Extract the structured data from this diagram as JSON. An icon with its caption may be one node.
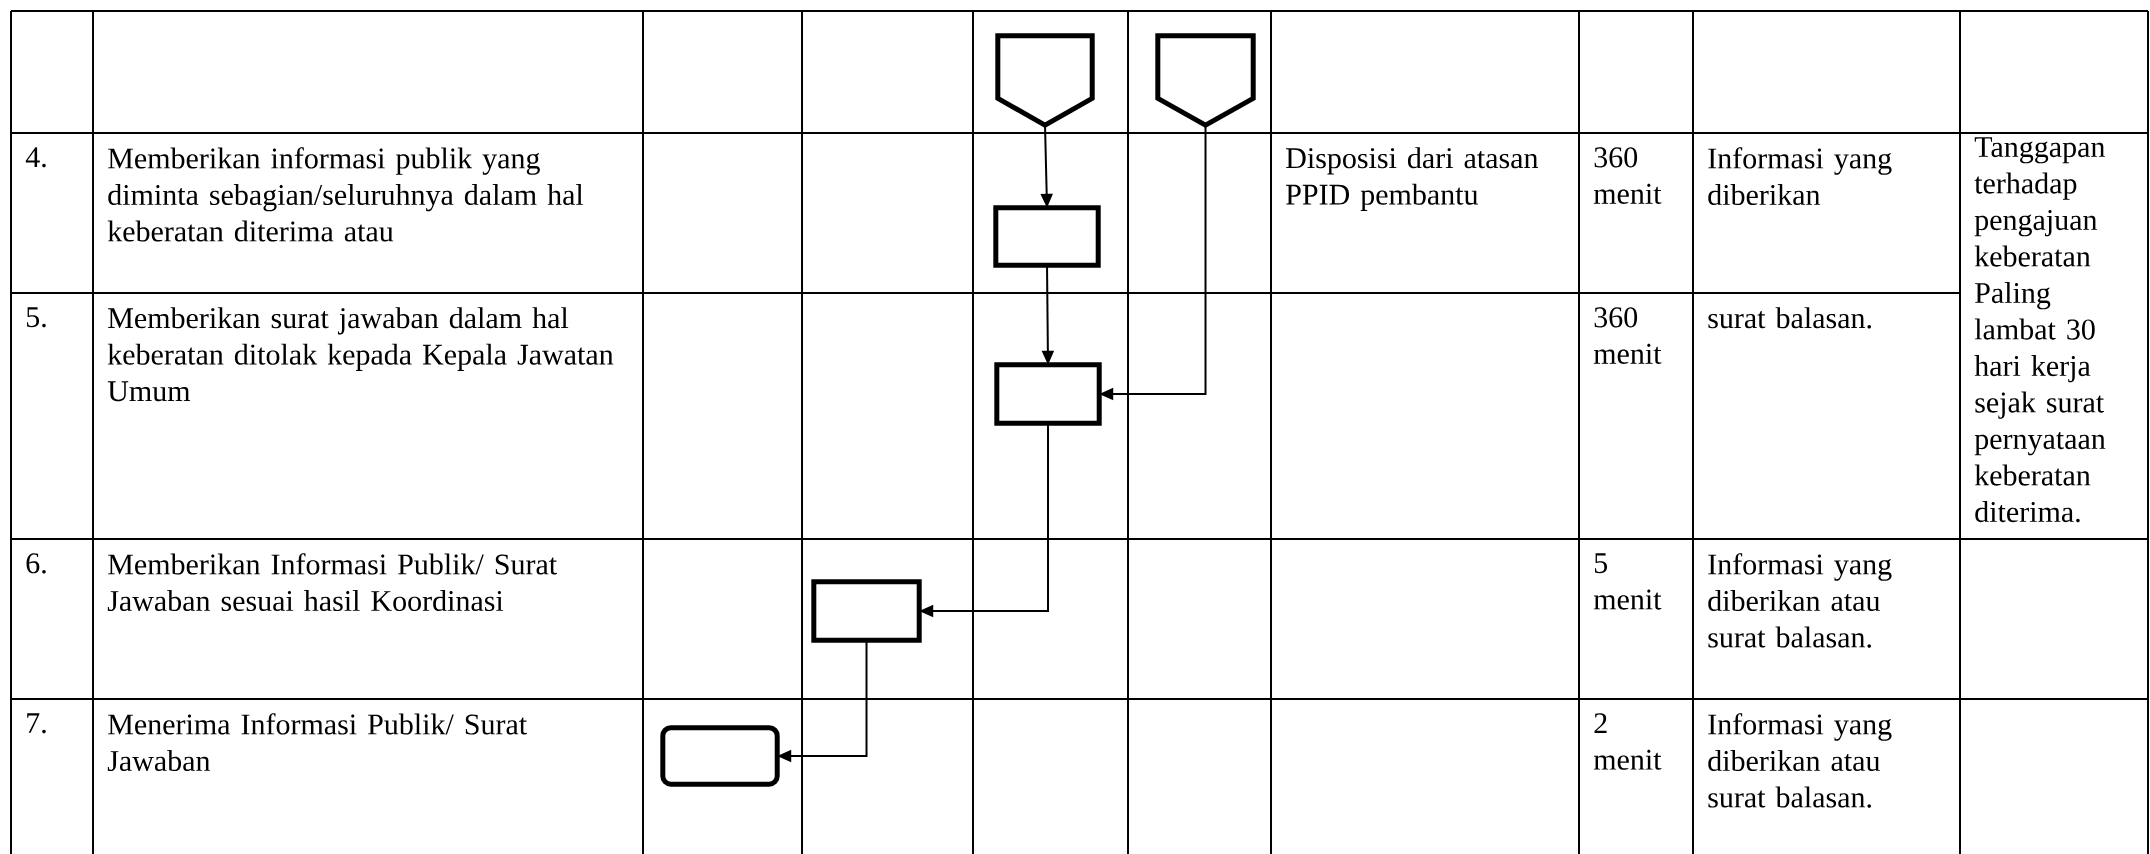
{
  "diagram": {
    "nodes": [
      {
        "text": [],
        "shape": "pentagon"
      },
      {
        "text": [],
        "shape": "pentagon"
      },
      {
        "text": [],
        "shape": "box"
      },
      {
        "text": [],
        "shape": "box"
      },
      {
        "text": [],
        "shape": "box"
      },
      {
        "text": [],
        "shape": "terminator"
      }
    ],
    "edges": [
      {
        "from": 0,
        "to": 2,
        "arrow": "to"
      },
      {
        "from": 2,
        "to": 3,
        "arrow": "to"
      },
      {
        "from": 1,
        "to": 3,
        "arrow": "to"
      },
      {
        "from": 3,
        "to": 4,
        "arrow": "to"
      },
      {
        "from": 4,
        "to": 5,
        "arrow": "to"
      }
    ],
    "labels": [
      "4.",
      "Memberikan informasi publik yang diminta sebagian/seluruhnya dalam hal keberatan diterima atau",
      "Disposisi dari atasan PPID pembantu",
      "360 menit",
      "Informasi yang diberikan",
      "Tanggapan terhadap pengajuan keberatan Paling lambat 30 hari kerja sejak surat pernyataan keberatan diterima.",
      "5.",
      "Memberikan surat jawaban dalam hal keberatan ditolak kepada Kepala Jawatan Umum",
      "360 menit",
      "surat balasan.",
      "6.",
      "Memberikan Informasi Publik/ Surat Jawaban sesuai hasil Koordinasi",
      "5 menit",
      "Informasi yang diberikan atau surat balasan.",
      "7.",
      "Menerima Informasi Publik/ Surat Jawaban",
      "2 menit",
      "Informasi yang diberikan atau surat balasan."
    ]
  }
}
